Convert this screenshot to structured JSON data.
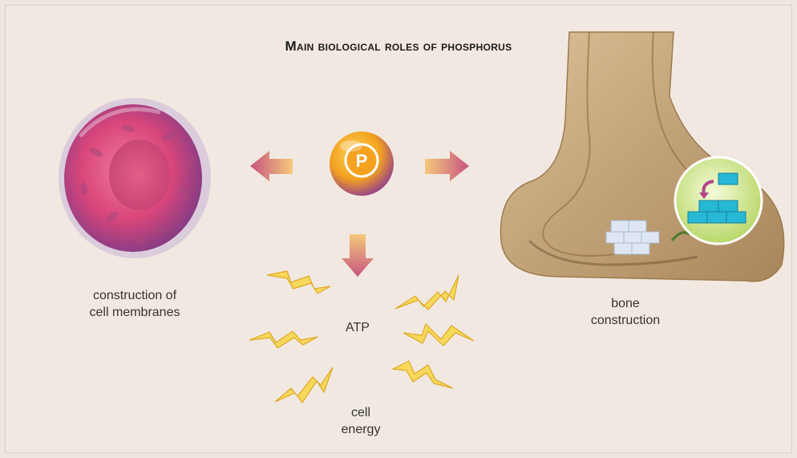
{
  "title": "Main biological roles of phosphorus",
  "center": {
    "symbol": "P"
  },
  "labels": {
    "cell_line1": "construction of",
    "cell_line2": "cell membranes",
    "bone_line1": "bone",
    "bone_line2": "construction",
    "atp": "ATP",
    "energy_line1": "cell",
    "energy_line2": "energy"
  },
  "colors": {
    "background": "#f1e9e1",
    "cell": "#d9467a",
    "arrow": "#c75a85",
    "phosphorus": "#f2a21e",
    "bone": "#c7a777",
    "brick": "#27b8d6",
    "bolt": "#f3c531"
  }
}
